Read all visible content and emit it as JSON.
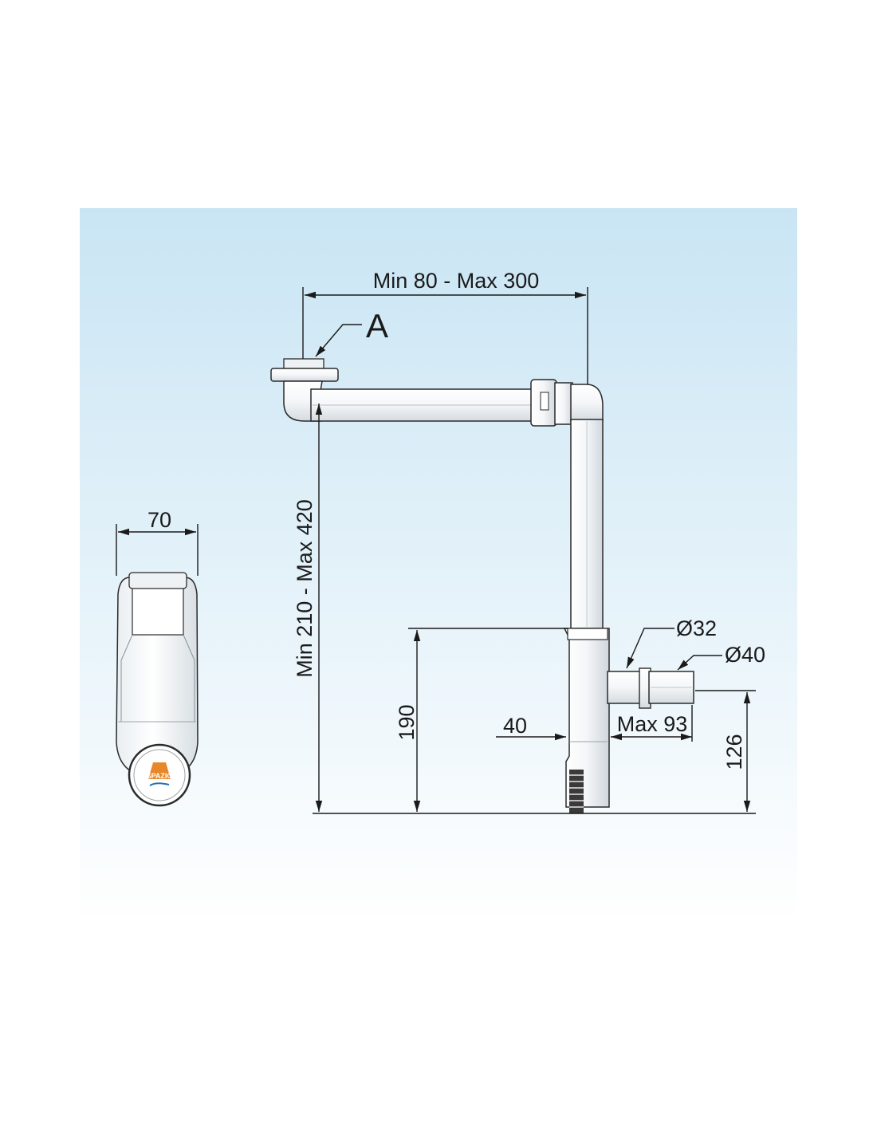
{
  "labels": {
    "width_range": "Min 80 - Max 300",
    "height_range": "Min 210 - Max 420",
    "callout_a": "A",
    "side_width": "70",
    "trap_height": "190",
    "offset_40": "40",
    "max_93": "Max 93",
    "outlet_height": "126",
    "dia_32": "Ø32",
    "dia_40": "Ø40"
  },
  "logo_text": "SPAZIO",
  "colors": {
    "background_top": "#cbe6f4",
    "background_bottom": "#ffffff",
    "line": "#1a1a1a",
    "logo_orange": "#e8872a",
    "logo_blue": "#2a6fb5"
  }
}
